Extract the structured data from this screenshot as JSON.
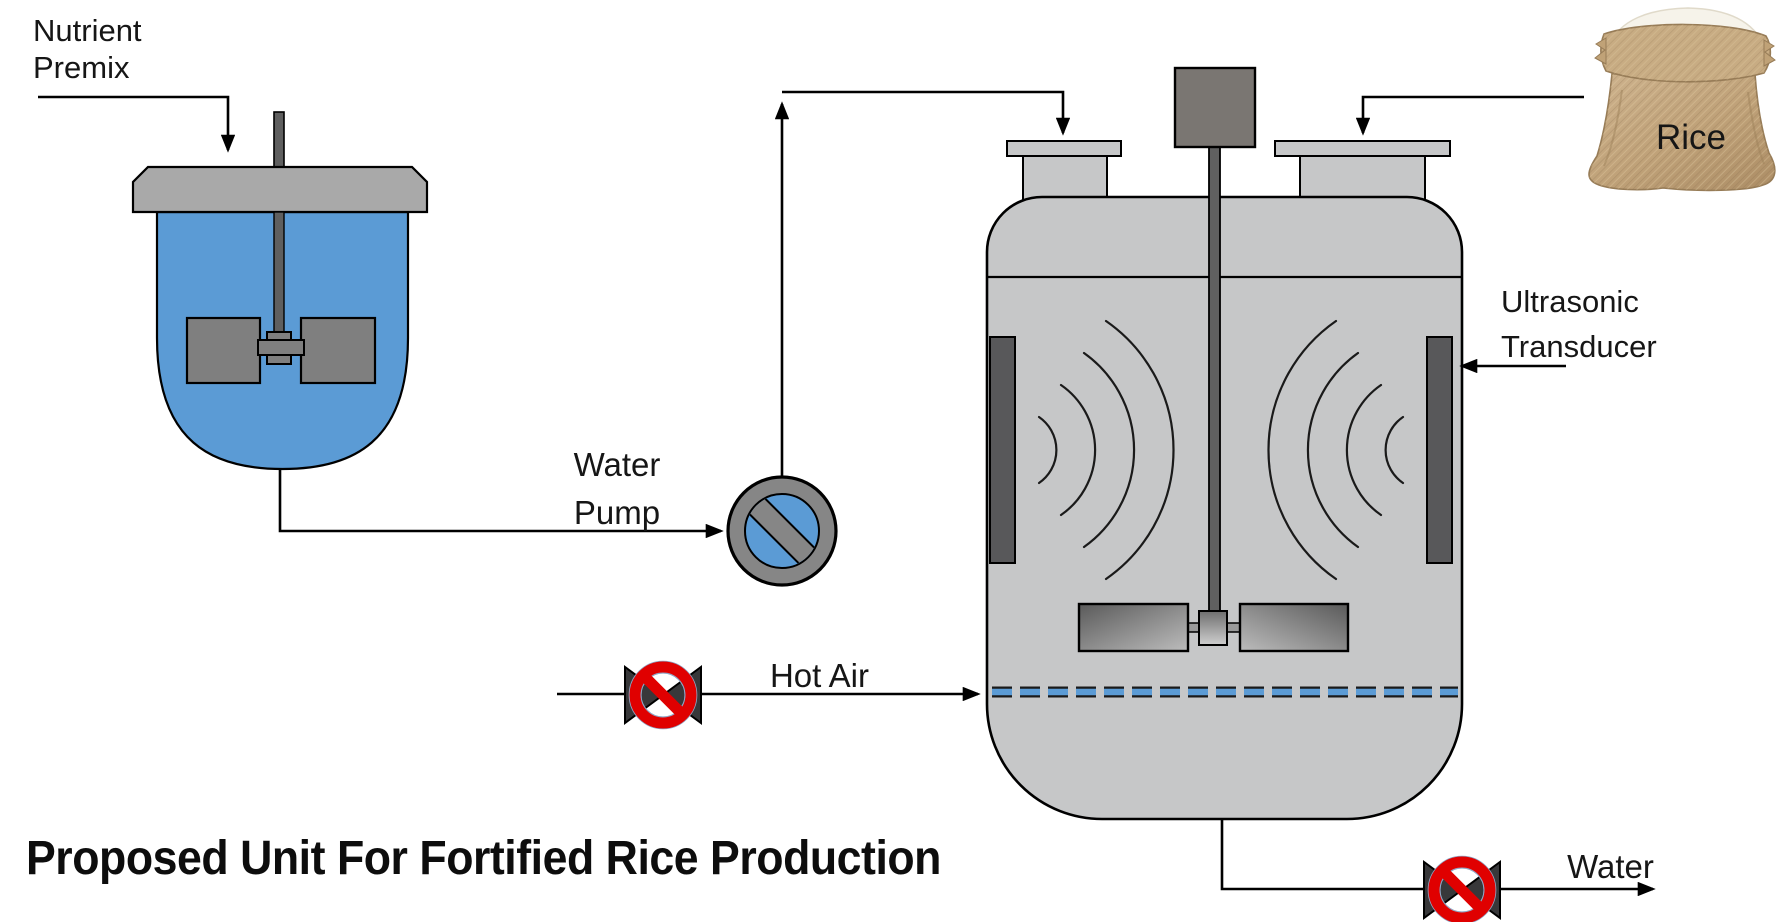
{
  "page": {
    "title": "Proposed Unit For Fortified Rice Production"
  },
  "labels": {
    "nutrient_premix": {
      "line1": "Nutrient",
      "line2": "Premix"
    },
    "water_pump": {
      "line1": "Water",
      "line2": "Pump"
    },
    "hot_air": "Hot Air",
    "ultrasonic_transducer": {
      "line1": "Ultrasonic",
      "line2": "Transducer"
    },
    "rice": "Rice",
    "water": "Water"
  },
  "colors": {
    "liquid_blue": "#5B9BD5",
    "vessel_gray": "#C6C7C8",
    "lid_gray": "#A9A9A9",
    "machine_dark_gray": "#5F5F5F",
    "paddle_gray": "#7F7F7F",
    "transducer_gray": "#58585A",
    "valve_body_dark": "#38383A",
    "prohibition_red": "#E00000",
    "burlap_tan": "#C4A87F",
    "rice_white": "#F6F3EA",
    "line_black": "#000000"
  }
}
